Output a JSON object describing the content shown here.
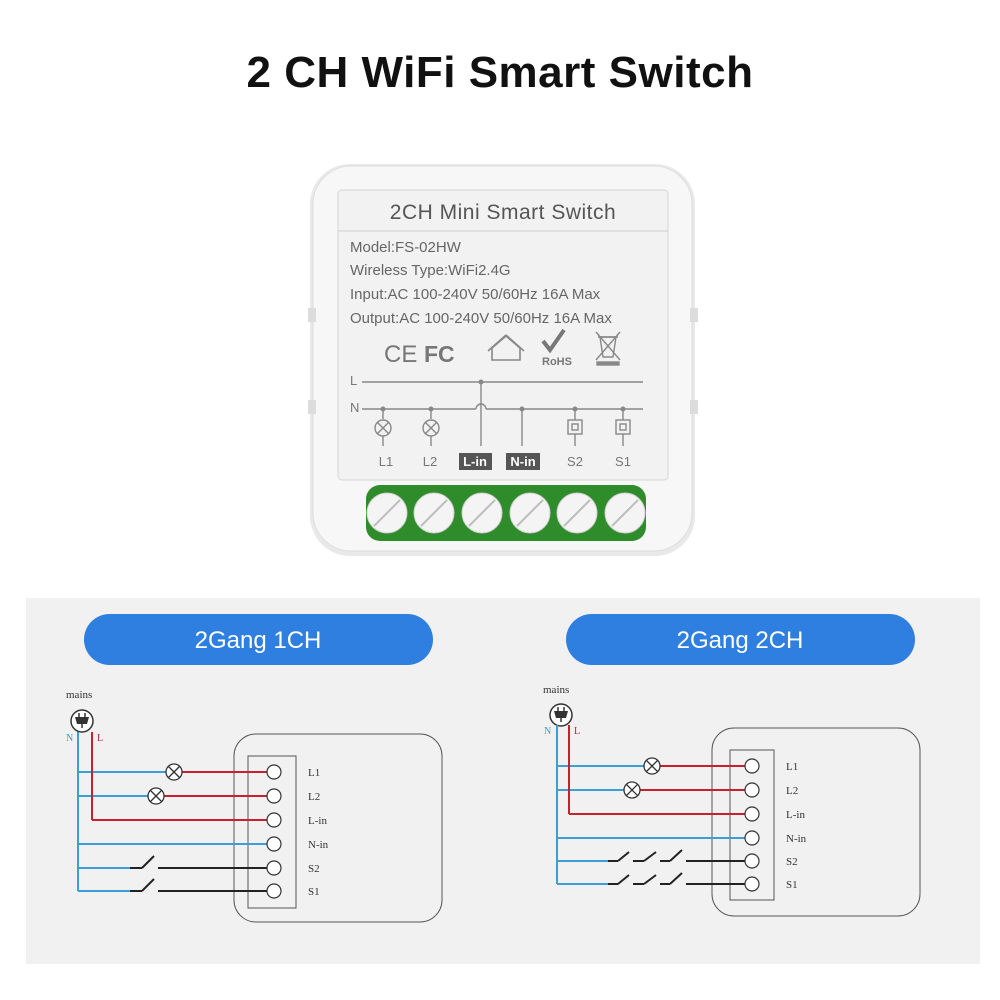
{
  "page": {
    "title": "2 CH WiFi Smart Switch"
  },
  "device": {
    "header": "2CH Mini Smart Switch",
    "specs": [
      "Model:FS-02HW",
      "Wireless Type:WiFi2.4G",
      "Input:AC 100-240V 50/60Hz 16A Max",
      "Output:AC 100-240V 50/60Hz 16A Max"
    ],
    "certifications": [
      "CE",
      "FC",
      "RoHS"
    ],
    "line_labels": [
      "L",
      "N"
    ],
    "terminal_labels": [
      "L1",
      "L2",
      "L-in",
      "N-in",
      "S2",
      "S1"
    ]
  },
  "wiring": {
    "panel_1": {
      "title": "2Gang 1CH",
      "mains": "mains",
      "n": "N",
      "l": "L",
      "terminals": [
        "L1",
        "L2",
        "L-in",
        "N-in",
        "S2",
        "S1"
      ]
    },
    "panel_2": {
      "title": "2Gang 2CH",
      "mains": "mains",
      "n": "N",
      "l": "L",
      "terminals": [
        "L1",
        "L2",
        "L-in",
        "N-in",
        "S2",
        "S1"
      ]
    }
  },
  "colors": {
    "blue_wire": "#3a9fd4",
    "red_wire": "#c8202c",
    "pill": "#2f7fe0",
    "terminal_green": "#2f8c2a"
  }
}
